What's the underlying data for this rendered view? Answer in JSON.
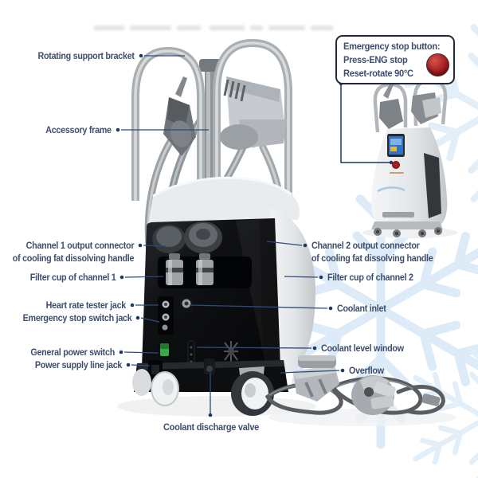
{
  "diagram": {
    "title_meaning": "annotated parts diagram of cooling fat dissolving (cryolipolysis) machine",
    "labels": {
      "rotating_support_bracket": "Rotating support bracket",
      "accessory_frame": "Accessory frame",
      "channel1_output_line1": "Channel 1 output connector",
      "channel1_output_line2": "of cooling fat dissolving handle",
      "filter_cup_channel1": "Filter cup of channel 1",
      "heart_rate_tester_jack": "Heart rate tester jack",
      "emergency_stop_switch_jack": "Emergency stop switch jack",
      "general_power_switch": "General power switch",
      "power_supply_line_jack": "Power supply line jack",
      "coolant_discharge_valve": "Coolant discharge valve",
      "channel2_output_line1": "Channel 2 output connector",
      "channel2_output_line2": "of cooling fat dissolving handle",
      "filter_cup_channel2": "Filter cup of channel 2",
      "coolant_inlet": "Coolant inlet",
      "coolant_level_window": "Coolant level window",
      "overflow": "Overflow"
    },
    "callout": {
      "line1": "Emergency stop button:",
      "line2": "Press-ENG stop",
      "line3": "Reset-rotate 90°C",
      "button_shape": "red-circle"
    },
    "colors": {
      "label_text": "#3d4e6d",
      "leader_line": "#2f4a7c",
      "callout_border": "#20293a",
      "stop_button_red": "#a61e22",
      "snowflake_watermark": "#dcebf7",
      "panel_black": "#0c0e10",
      "machine_body_gray": "#e3e6e8",
      "power_switch_green": "#39a84a",
      "small_machine_screen_blue": "#2f74c0"
    }
  }
}
